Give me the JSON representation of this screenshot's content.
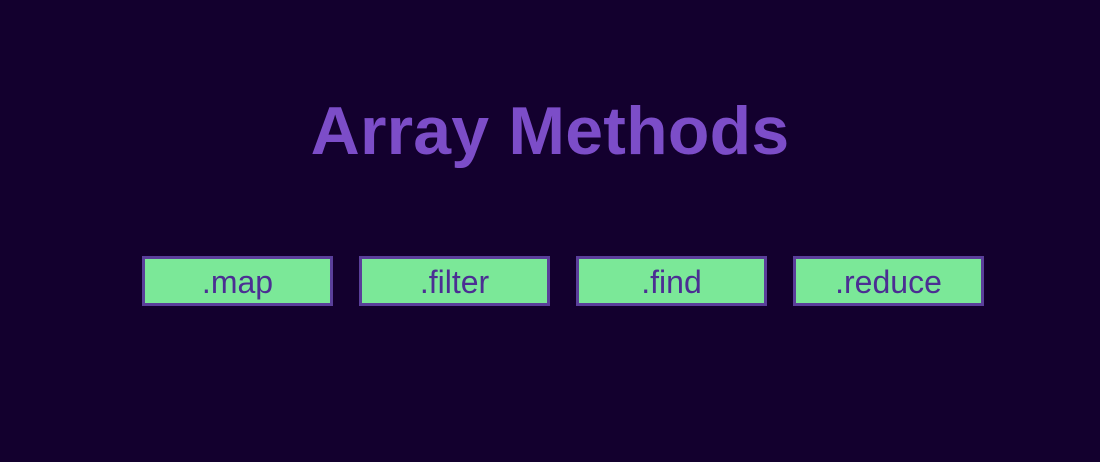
{
  "title": "Array Methods",
  "methods": [
    {
      "label": ".map"
    },
    {
      "label": ".filter"
    },
    {
      "label": ".find"
    },
    {
      "label": ".reduce"
    }
  ],
  "colors": {
    "background": "#13002e",
    "title": "#7c4dc8",
    "chip_fill": "#7be898",
    "chip_border": "#5a3f9a",
    "chip_text": "#4b2e93"
  }
}
